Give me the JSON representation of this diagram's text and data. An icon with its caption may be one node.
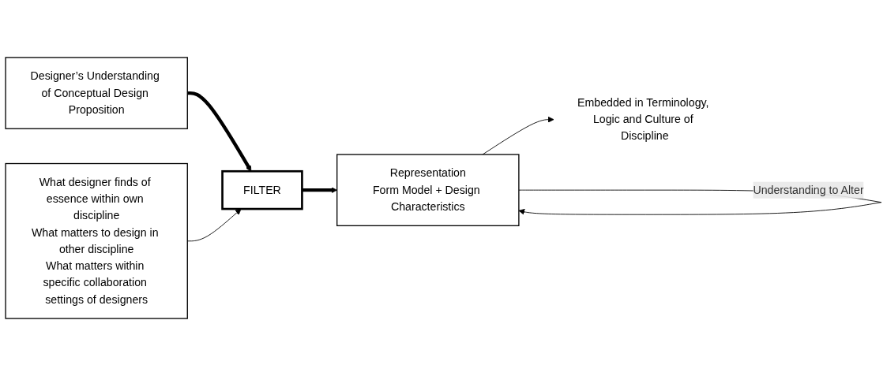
{
  "diagram": {
    "nodes": [
      {
        "text": [
          "Designer’s Understanding of Conceptual Design Proposition"
        ]
      },
      {
        "text": [
          "FILTER"
        ]
      },
      {
        "text": [
          "Representation",
          "Form Model + Design Characteristics"
        ]
      },
      {
        "text": [
          "Embedded in Terminology, Logic and Culture of Discipline"
        ]
      },
      {
        "text": [
          "What designer finds of essence within own discipline",
          "What matters to design in other discipline",
          "What matters within specific collaboration settings of designers"
        ]
      }
    ],
    "edges": [
      {
        "from": 0,
        "to": 1,
        "arrow": "to",
        "style": "thick"
      },
      {
        "from": 1,
        "to": 2,
        "arrow": "to",
        "style": "thick"
      },
      {
        "from": 4,
        "to": 1,
        "arrow": "to"
      },
      {
        "from": 2,
        "to": 3,
        "arrow": "to"
      },
      {
        "from": 2,
        "to": 2,
        "arrow": "to",
        "label": "Understanding to Alter"
      }
    ]
  }
}
